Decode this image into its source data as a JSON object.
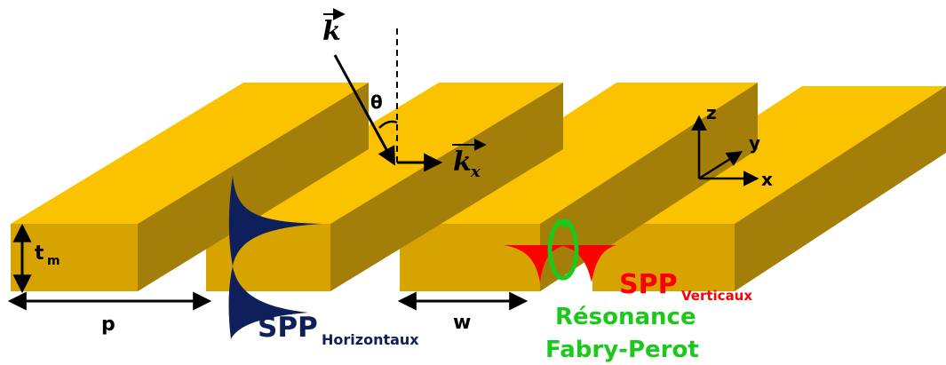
{
  "colors": {
    "gold_top": "#FBC200",
    "gold_front": "#D6A300",
    "gold_side": "#A37E08",
    "spp_horizontal": "#0F1F5C",
    "spp_vertical": "#FF0000",
    "fabry_perot": "#1CC81C",
    "arrow": "#000000"
  },
  "labels": {
    "k": "k",
    "kx": "k",
    "kx_sub": "x",
    "theta": "θ",
    "tm_main": "t",
    "tm_sub": "m",
    "p": "p",
    "w": "w",
    "axis_z": "z",
    "axis_y": "y",
    "axis_x": "x",
    "spp_h_main": "SPP",
    "spp_h_sub": "Horizontaux",
    "spp_v_main": "SPP",
    "spp_v_sub": "Verticaux",
    "fabry_line1": "Résonance",
    "fabry_line2": "Fabry-Perot"
  },
  "icons": {
    "fabry_perot_loop": "circular-arrow-icon",
    "incident_wave": "arrow-icon"
  }
}
